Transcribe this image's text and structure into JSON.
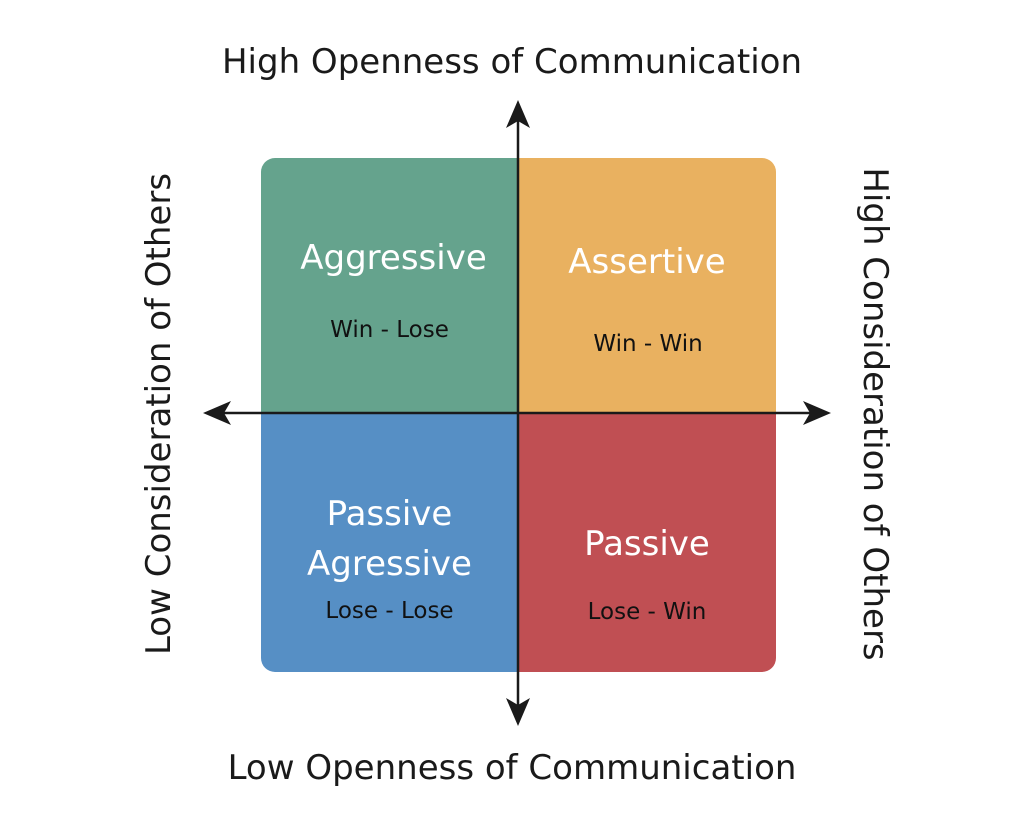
{
  "axes": {
    "top": "High Openness of Communication",
    "bottom": "Low Openness of Communication",
    "left": "Low Consideration of Others",
    "right": "High Consideration of Others"
  },
  "quadrants": {
    "top_left": {
      "title": "Aggressive",
      "subtitle": "Win - Lose",
      "color": "#65a38d"
    },
    "top_right": {
      "title": "Assertive",
      "subtitle": "Win - Win",
      "color": "#e9b160"
    },
    "bottom_left": {
      "title_line1": "Passive",
      "title_line2": "Agressive",
      "subtitle": "Lose - Lose",
      "color": "#568fc5"
    },
    "bottom_right": {
      "title": "Passive",
      "subtitle": "Lose - Win",
      "color": "#c04f53"
    }
  },
  "colors": {
    "axis": "#1a1a1a",
    "background": "#ffffff"
  }
}
